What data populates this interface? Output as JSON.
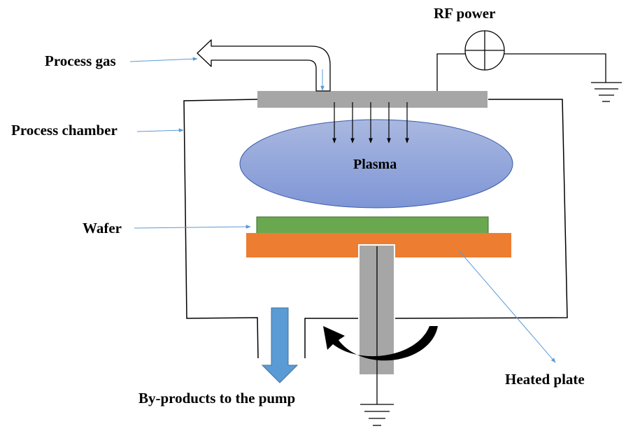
{
  "labels": {
    "rf_power": "RF power",
    "process_gas": "Process gas",
    "process_chamber": "Process chamber",
    "plasma": "Plasma",
    "wafer": "Wafer",
    "heated_plate": "Heated plate",
    "by_products": "By-products to the pump"
  },
  "colors": {
    "showerhead": "#a6a6a6",
    "plasma_top": "#a9b8e0",
    "plasma_bottom": "#7f96d6",
    "plasma_stroke": "#3c5aa8",
    "wafer": "#6aa84f",
    "heated_plate": "#ed7d31",
    "shaft": "#a6a6a6",
    "pump_arrow": "#5b9bd5",
    "pointer": "#5b9bd5",
    "line": "#000000"
  }
}
